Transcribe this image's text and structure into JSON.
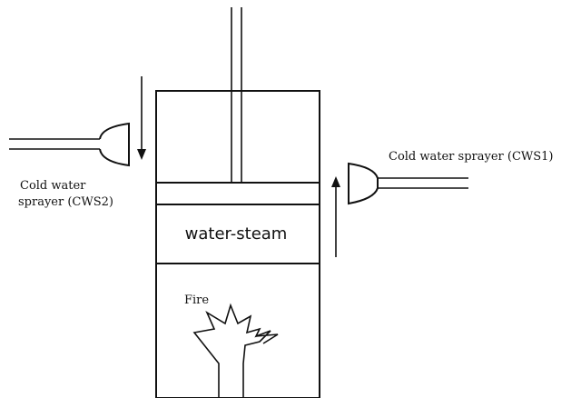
{
  "labels": {
    "cws1": "Cold water sprayer (CWS1)",
    "cws2_line1": "Cold water",
    "cws2_line2": "sprayer (CWS2)",
    "chamber": "water-steam",
    "fire": "Fire"
  }
}
